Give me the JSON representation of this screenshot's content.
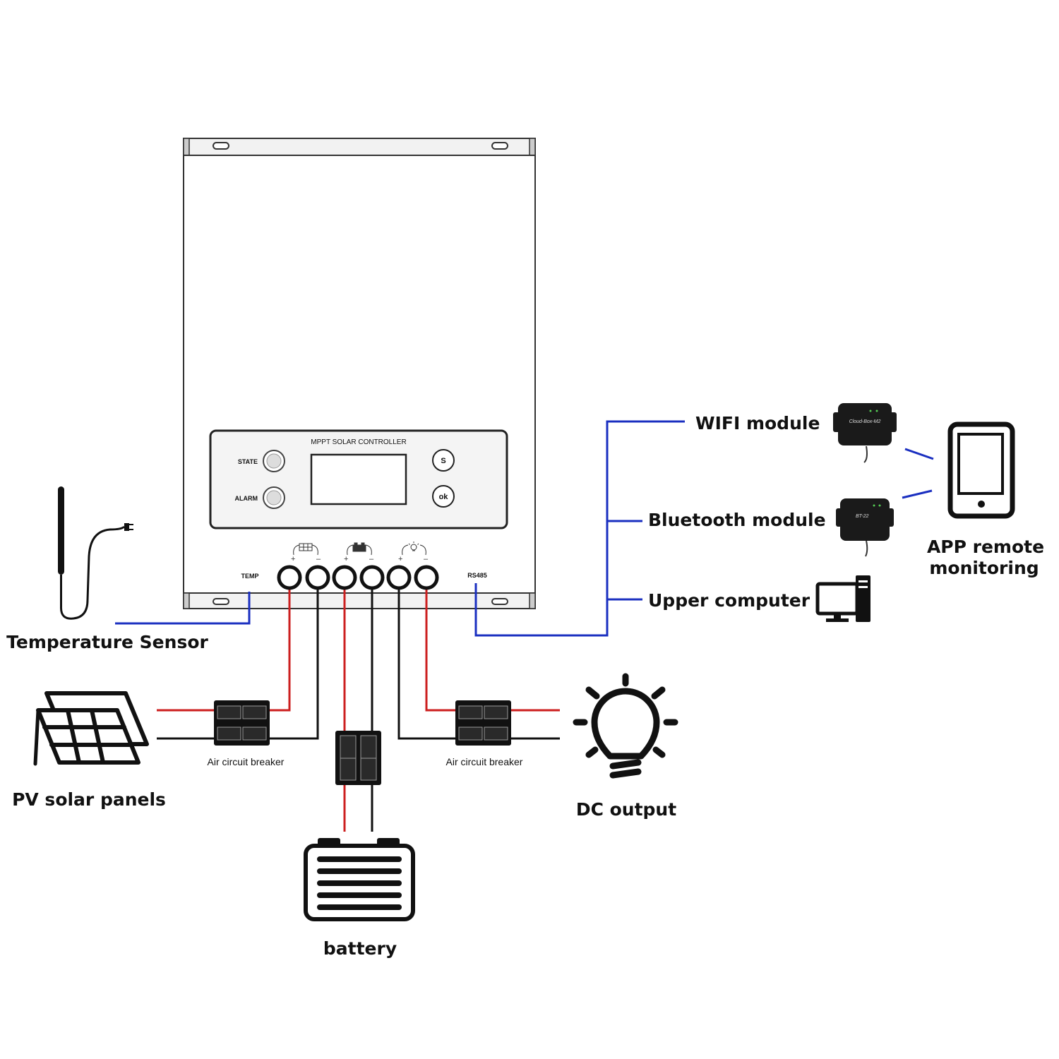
{
  "controller": {
    "panel_title": "MPPT SOLAR CONTROLLER",
    "state_label": "STATE",
    "alarm_label": "ALARM",
    "s_button": "S",
    "ok_button": "ok",
    "temp_port": "TEMP",
    "rs485_port": "RS485"
  },
  "labels": {
    "temperature_sensor": "Temperature Sensor",
    "pv_solar_panels": "PV solar panels",
    "air_breaker_left": "Air circuit breaker",
    "air_breaker_right": "Air circuit breaker",
    "battery": "battery",
    "dc_output": "DC output",
    "wifi_module": "WIFI module",
    "bluetooth_module": "Bluetooth module",
    "upper_computer": "Upper computer",
    "app_remote_line1": "APP remote",
    "app_remote_line2": "monitoring"
  },
  "module_text": {
    "wifi_device": "Cloud-Box-M2",
    "bt_device": "BT-22"
  },
  "colors": {
    "positive_wire": "#cc1f1f",
    "negative_wire": "#111111",
    "comm_wire": "#1a2fc0"
  }
}
